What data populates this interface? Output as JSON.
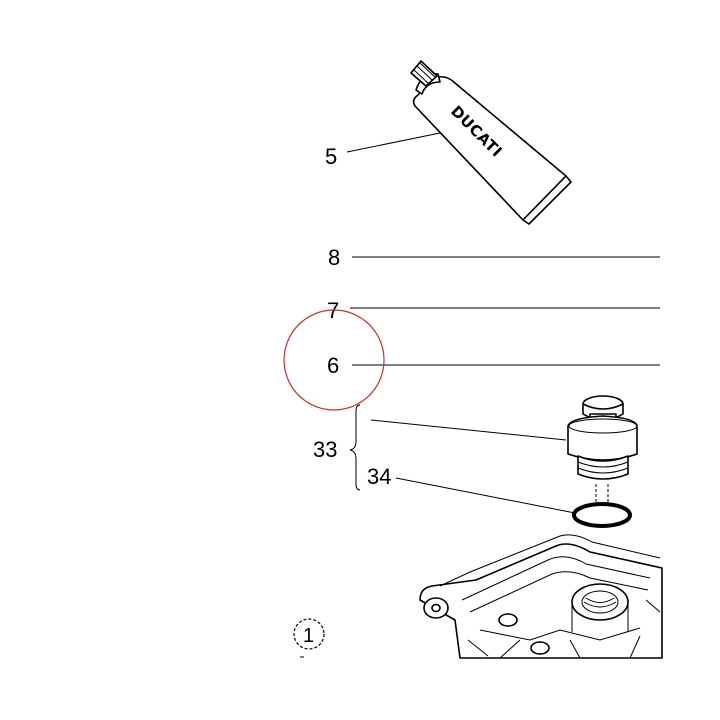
{
  "callouts": {
    "c5": "5",
    "c8": "8",
    "c7": "7",
    "c6": "6",
    "c33": "33",
    "c34": "34"
  },
  "tube": {
    "brand_text": "DUCATI"
  },
  "reference": {
    "label": "1"
  },
  "highlight": {
    "color": "#d22b2b",
    "target": "6"
  },
  "icons": {
    "tube": "grease-tube-icon",
    "valve": "valve-plug-icon",
    "oring": "o-ring-icon",
    "casing": "crankcase-icon"
  }
}
